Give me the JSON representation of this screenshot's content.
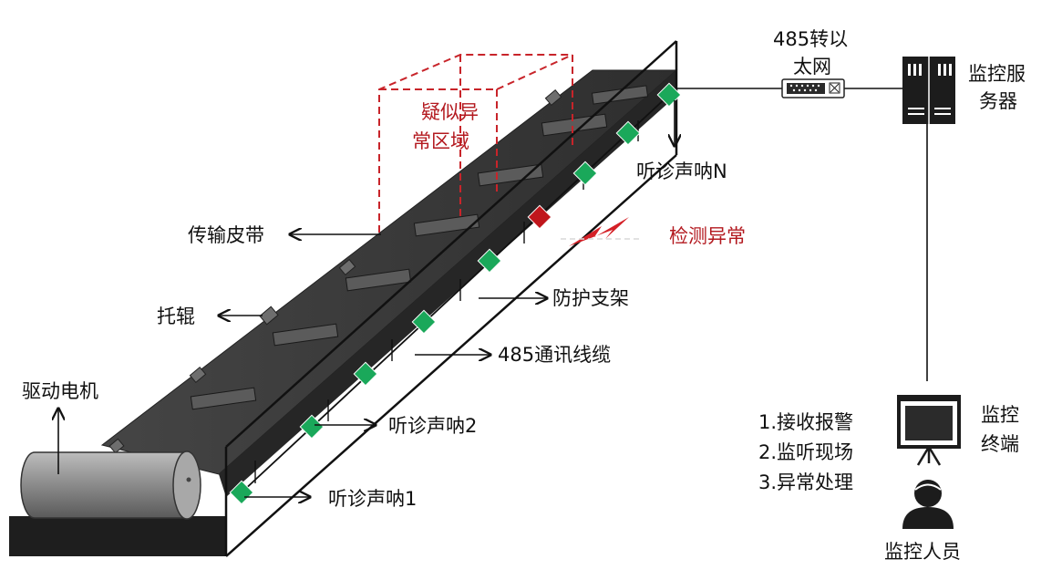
{
  "labels": {
    "drive_motor": "驱动电机",
    "idler": "托辊",
    "conveyor_belt": "传输皮带",
    "suspect_zone_line1": "疑似异",
    "suspect_zone_line2": "常区域",
    "converter_line1": "485转以",
    "converter_line2": "太网",
    "server_line1": "监控服",
    "server_line2": "务器",
    "sensor_n": "听诊声呐N",
    "anomaly": "检测异常",
    "guard_frame": "防护支架",
    "cable": "485通讯线缆",
    "sensor_2": "听诊声呐2",
    "sensor_1": "听诊声呐1",
    "terminal_line1": "监控",
    "terminal_line2": "终端",
    "task_1": "1.接收报警",
    "task_2": "2.监听现场",
    "task_3": "3.异常处理",
    "operator": "监控人员"
  },
  "colors": {
    "belt": "#3a3a3a",
    "belt_dark": "#262626",
    "frame": "#111111",
    "sensor_ok": "#1aa85a",
    "sensor_alert": "#c0161c",
    "suspect_zone": "#c8242a",
    "motor": "#9a9a9a",
    "base": "#1e1e1e"
  },
  "icons": [
    "network-converter-icon",
    "server-icon",
    "monitor-terminal-icon",
    "operator-person-icon",
    "lightning-icon"
  ]
}
